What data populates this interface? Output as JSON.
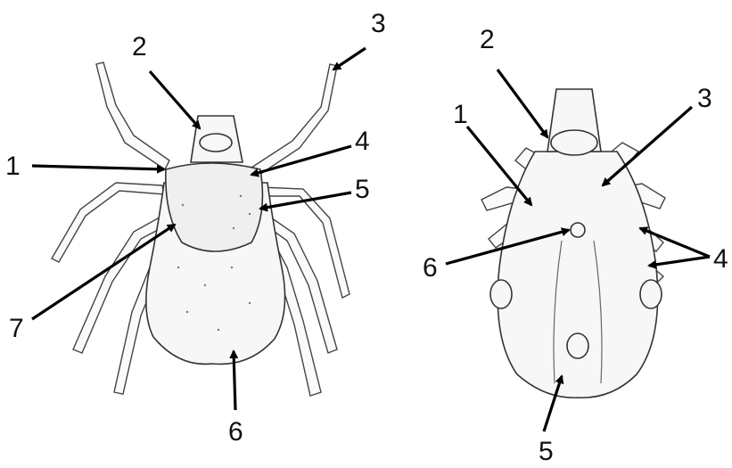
{
  "dorsal_view": {
    "labels": [
      "1",
      "2",
      "3",
      "4",
      "5",
      "6",
      "7"
    ]
  },
  "ventral_view": {
    "labels": [
      "1",
      "2",
      "3",
      "4",
      "5",
      "6"
    ]
  }
}
